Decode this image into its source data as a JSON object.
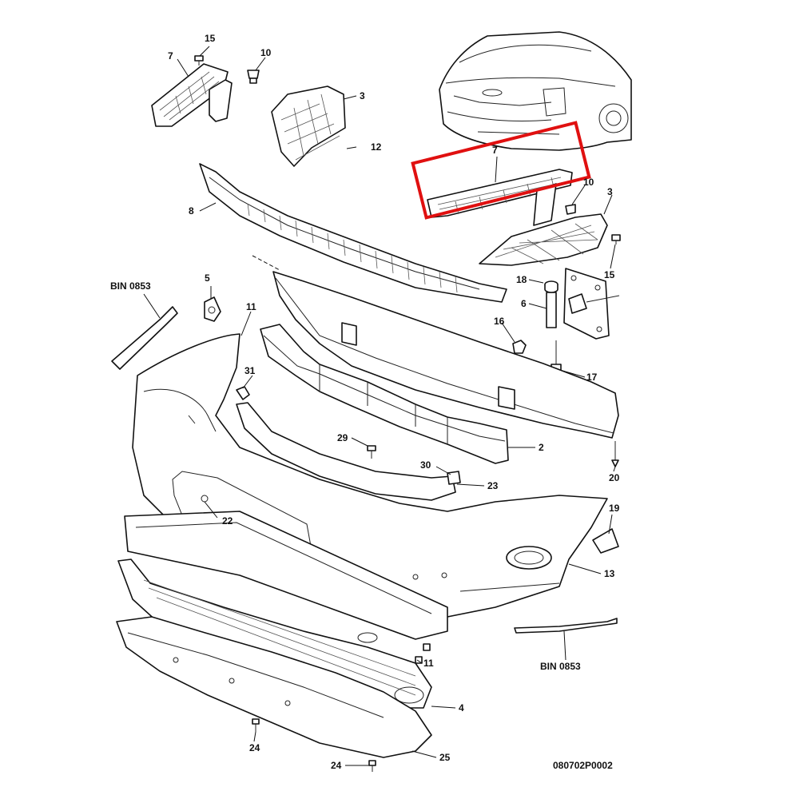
{
  "diagram": {
    "reference_code": "080702P0002",
    "highlight_color": "#e01010",
    "callouts": {
      "c15a": "15",
      "c7a": "7",
      "c10a": "10",
      "c3a": "3",
      "c12": "12",
      "c8": "8",
      "c7b": "7",
      "c10b": "10",
      "c3b": "3",
      "c15b": "15",
      "c18": "18",
      "c6": "6",
      "c16": "16",
      "c17": "17",
      "c20": "20",
      "c5": "5",
      "c11a": "11",
      "c31": "31",
      "c29": "29",
      "c2": "2",
      "c30": "30",
      "c23": "23",
      "c22": "22",
      "c19": "19",
      "c13": "13",
      "c11b": "11",
      "c4": "4",
      "c24a": "24",
      "c24b": "24",
      "c25": "25"
    },
    "bin_labels": {
      "left": "BIN 0853",
      "right": "BIN 0853"
    }
  }
}
